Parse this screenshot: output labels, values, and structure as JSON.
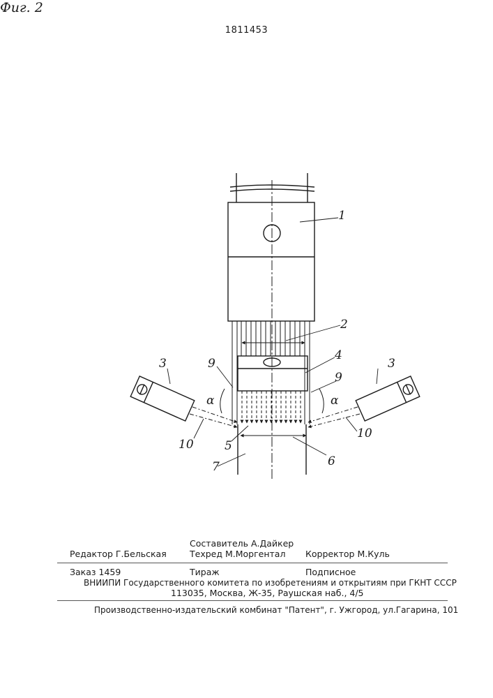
{
  "header": {
    "patent_number": "1811453"
  },
  "figure": {
    "caption": "Фиг. 2",
    "labels": {
      "l1": "1",
      "l2": "2",
      "l3_left": "3",
      "l3_right": "3",
      "l4": "4",
      "l5": "5",
      "l6": "6",
      "l7": "7",
      "l9_left": "9",
      "l9_right": "9",
      "l10_left": "10",
      "l10_right": "10",
      "alpha_left": "α",
      "alpha_right": "α"
    }
  },
  "imprint": {
    "compiler": "Составитель А.Дайкер",
    "editor": "Редактор Г.Бельская",
    "techeditor": "Техред М.Моргентал",
    "corrector": "Корректор  М.Куль",
    "order": "Заказ 1459",
    "circulation": "Тираж",
    "subscription": "Подписное",
    "org_line": "ВНИИПИ Государственного комитета по изобретениям и открытиям при ГКНТ СССР",
    "address": "113035, Москва, Ж-35, Раушская наб., 4/5",
    "publisher": "Производственно-издательский комбинат \"Патент\", г. Ужгород, ул.Гагарина, 101"
  }
}
